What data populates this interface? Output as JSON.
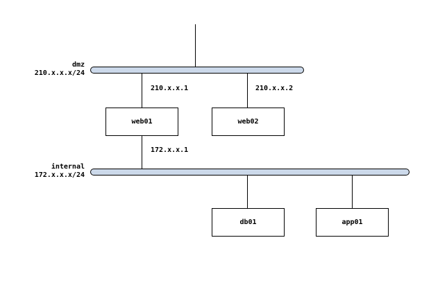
{
  "networks": [
    {
      "name": "dmz",
      "subnet": "210.x.x.x/24"
    },
    {
      "name": "internal",
      "subnet": "172.x.x.x/24"
    }
  ],
  "nodes": [
    {
      "label": "web01"
    },
    {
      "label": "web02"
    },
    {
      "label": "db01"
    },
    {
      "label": "app01"
    }
  ],
  "edges": [
    {
      "label": "210.x.x.1"
    },
    {
      "label": "210.x.x.2"
    },
    {
      "label": "172.x.x.1"
    }
  ],
  "colors": {
    "background": "#ffffff",
    "bus_fill": "#ccd9ea",
    "bus_border": "#000000",
    "node_fill": "#ffffff",
    "node_border": "#000000",
    "line_color": "#000000"
  }
}
